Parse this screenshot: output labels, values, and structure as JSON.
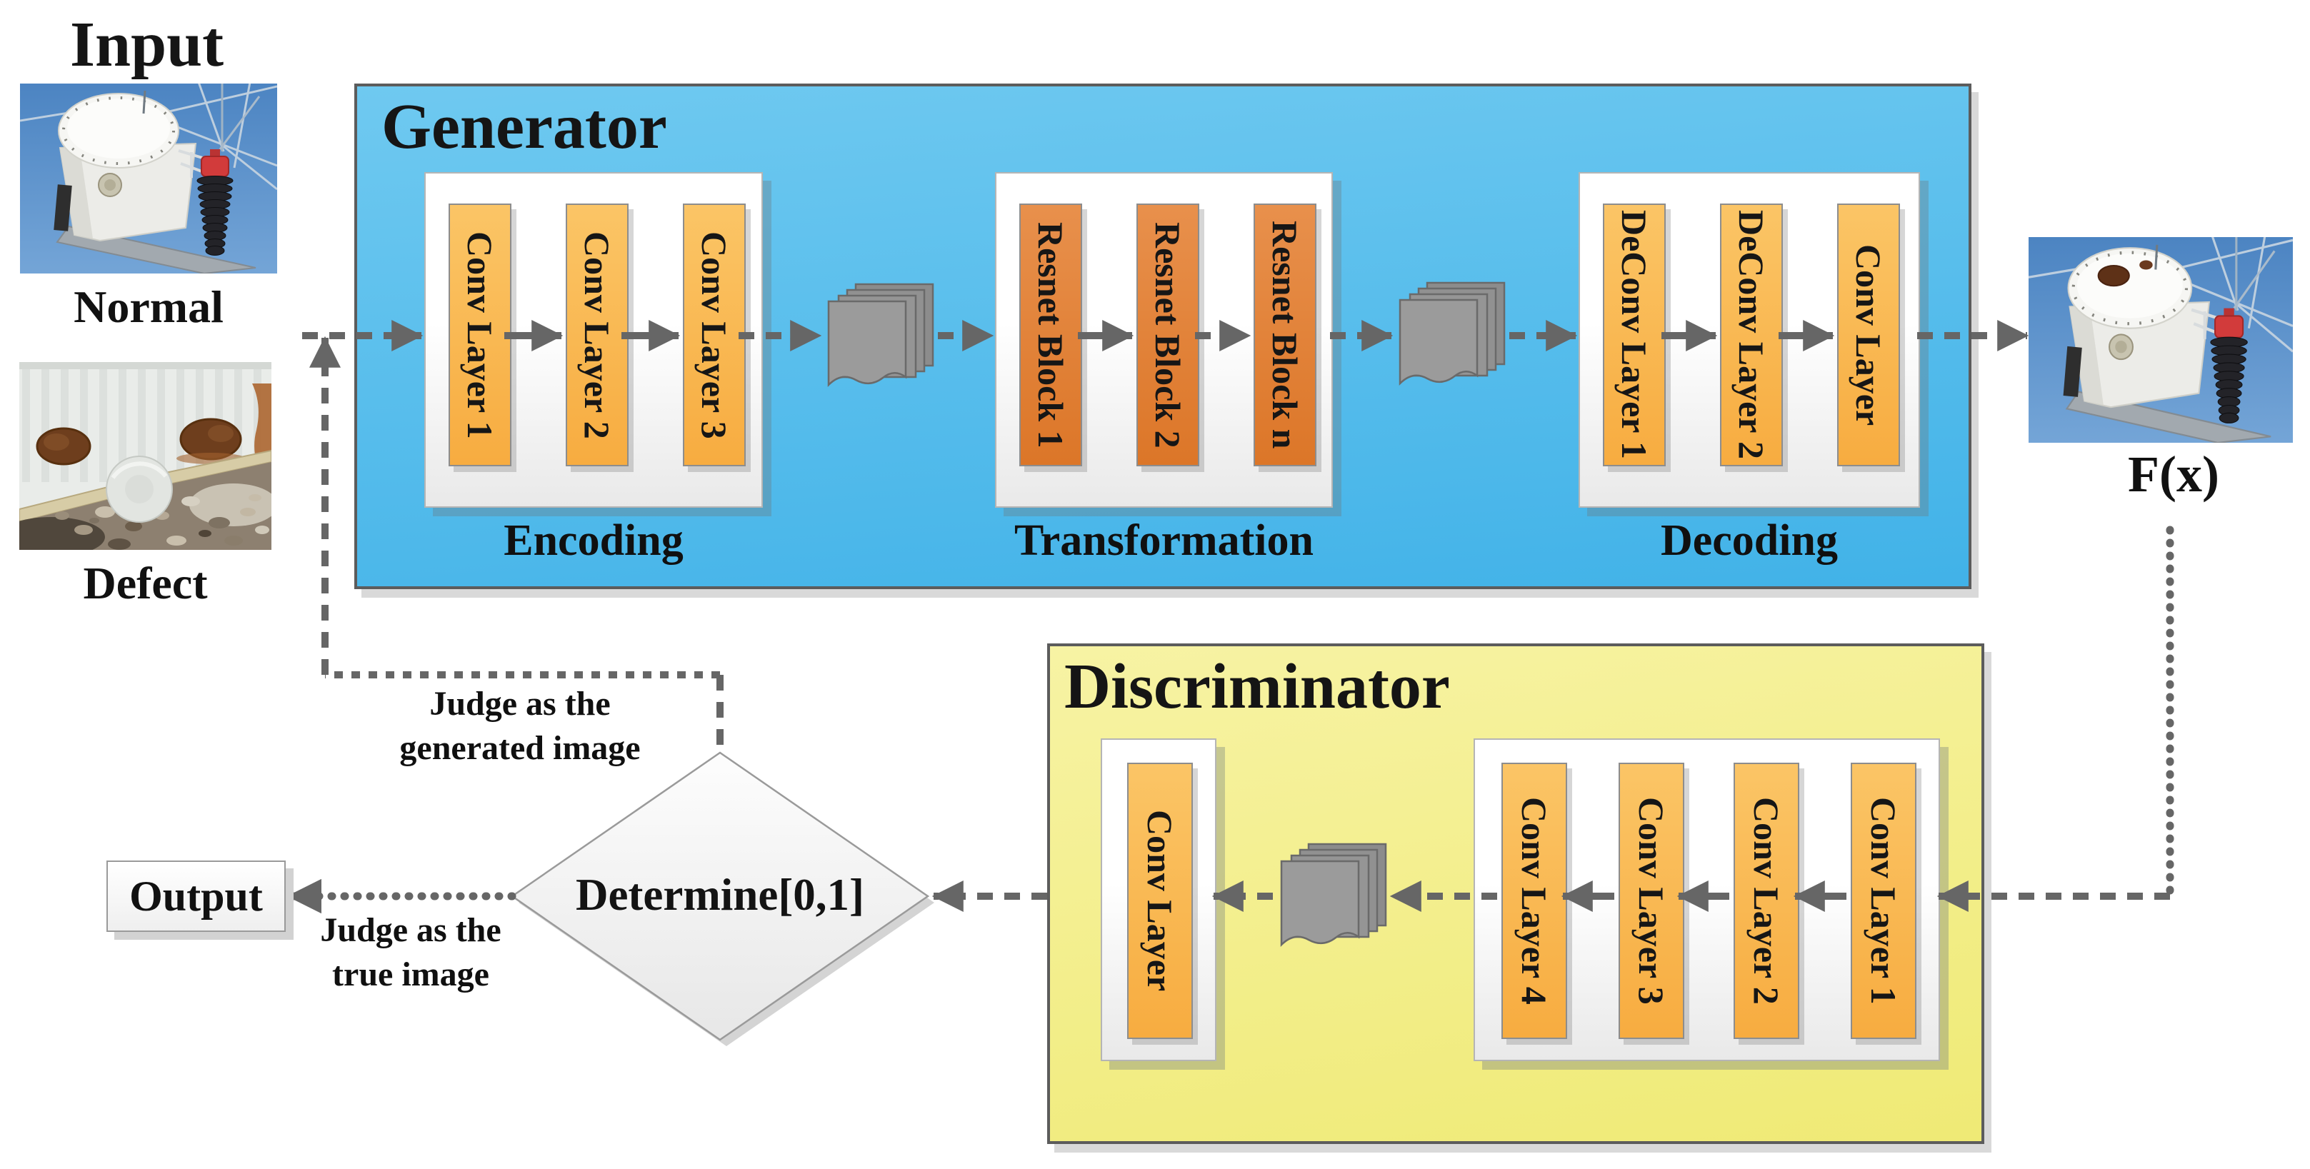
{
  "input": {
    "title": "Input",
    "normal_label": "Normal",
    "defect_label": "Defect"
  },
  "generator": {
    "title": "Generator",
    "stages": {
      "encoding": {
        "label": "Encoding",
        "layers": [
          "Conv Layer 1",
          "Conv Layer 2",
          "Conv Layer 3"
        ]
      },
      "transformation": {
        "label": "Transformation",
        "layers": [
          "Resnet Block 1",
          "Resnet Block 2",
          "Resnet Block n"
        ]
      },
      "decoding": {
        "label": "Decoding",
        "layers": [
          "DeConv Layer 1",
          "DeConv Layer 2",
          "Conv Layer"
        ]
      }
    }
  },
  "generated_image": {
    "label": "F(x)"
  },
  "discriminator": {
    "title": "Discriminator",
    "conv_layers": [
      "Conv Layer 4",
      "Conv Layer 3",
      "Conv Layer 2",
      "Conv Layer 1"
    ],
    "final_layer": "Conv Layer"
  },
  "decision": {
    "label": "Determine[0,1]"
  },
  "output": {
    "label": "Output"
  },
  "annotations": {
    "judge_generated": [
      "Judge as the",
      "generated image"
    ],
    "judge_true": [
      "Judge as the",
      "true image"
    ]
  },
  "icons": {
    "feature_maps": "stacked-gray-pages",
    "photos": [
      "normal-insulator-photo",
      "defect-surface-photo",
      "generated-insulator-photo"
    ]
  },
  "colors": {
    "generator_top": "#6FC9F0",
    "generator_bottom": "#41B2E8",
    "discriminator_top": "#F7F3A4",
    "discriminator_bottom": "#EFEA75",
    "conv_top": "#FBC566",
    "conv_bottom": "#F7AC40",
    "resnet_top": "#E8904C",
    "resnet_bottom": "#DC7628",
    "arrow": "#666666"
  }
}
